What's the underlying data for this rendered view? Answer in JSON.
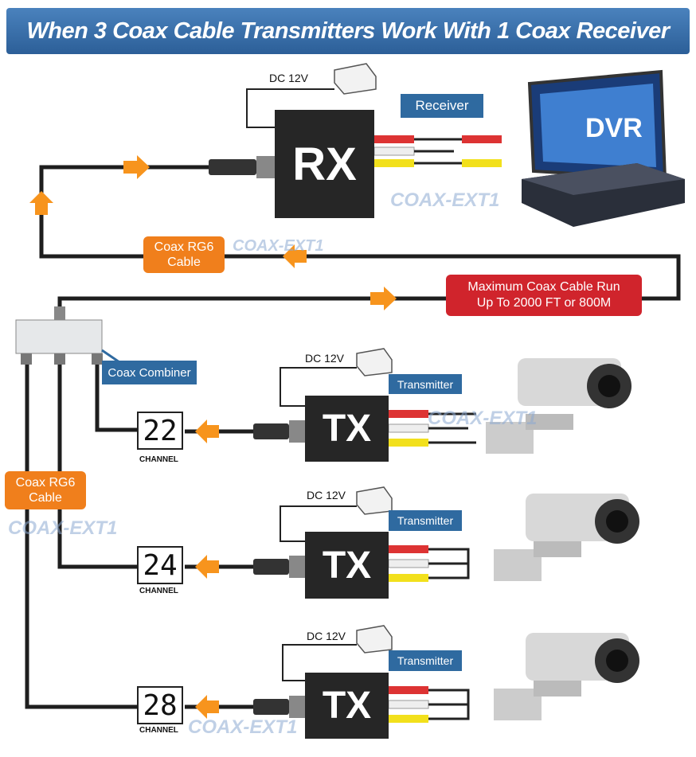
{
  "title": "When 3 Coax Cable Transmitters Work With 1 Coax Receiver",
  "receiver": {
    "box_label": "RX",
    "power_label": "DC 12V",
    "callout": "Receiver",
    "dvr_label": "DVR"
  },
  "cable_labels": {
    "top": "Coax RG6\nCable",
    "left": "Coax RG6\nCable"
  },
  "max_run": "Maximum Coax Cable Run\nUp To 2000 FT or 800M",
  "combiner_label": "Coax Combiner",
  "watermark": "COAX-EXT1",
  "transmitters": [
    {
      "box_label": "TX",
      "power_label": "DC 12V",
      "callout": "Transmitter",
      "channel": "22",
      "channel_label": "CHANNEL"
    },
    {
      "box_label": "TX",
      "power_label": "DC 12V",
      "callout": "Transmitter",
      "channel": "24",
      "channel_label": "CHANNEL"
    },
    {
      "box_label": "TX",
      "power_label": "DC 12V",
      "callout": "Transmitter",
      "channel": "28",
      "channel_label": "CHANNEL"
    }
  ],
  "colors": {
    "title_bar": "#2f6aa0",
    "callout": "#2f6aa0",
    "cable_label": "#f07f1c",
    "max_run_label": "#d0242c",
    "arrow": "#f7941d"
  }
}
